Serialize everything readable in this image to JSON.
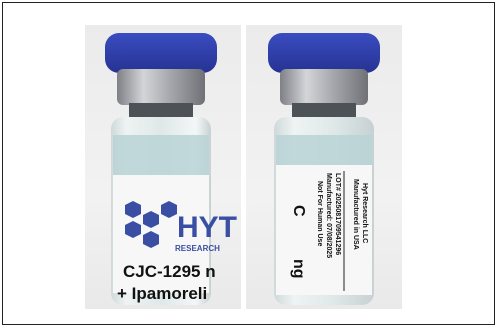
{
  "photos": [
    {
      "brand": "HYT",
      "brand_sub": "RESEARCH",
      "product_line1": "CJC-1295 n",
      "product_line2": "+ Ipamoreli"
    },
    {
      "side_product_fragment": "C",
      "side_product_fragment2": "ng",
      "info_lines": [
        "Not For Human Use",
        "Manufactured: 07/08/2025",
        "LOT# 2025081709541296"
      ],
      "mfr_lines": [
        "Manufactured in USA",
        "Hyt Research LLC"
      ]
    }
  ],
  "colors": {
    "cap": "#2f3fa8",
    "crimp": "#a9aaaf",
    "logo": "#3a4fa3",
    "liquid": "#b9d4d6"
  }
}
